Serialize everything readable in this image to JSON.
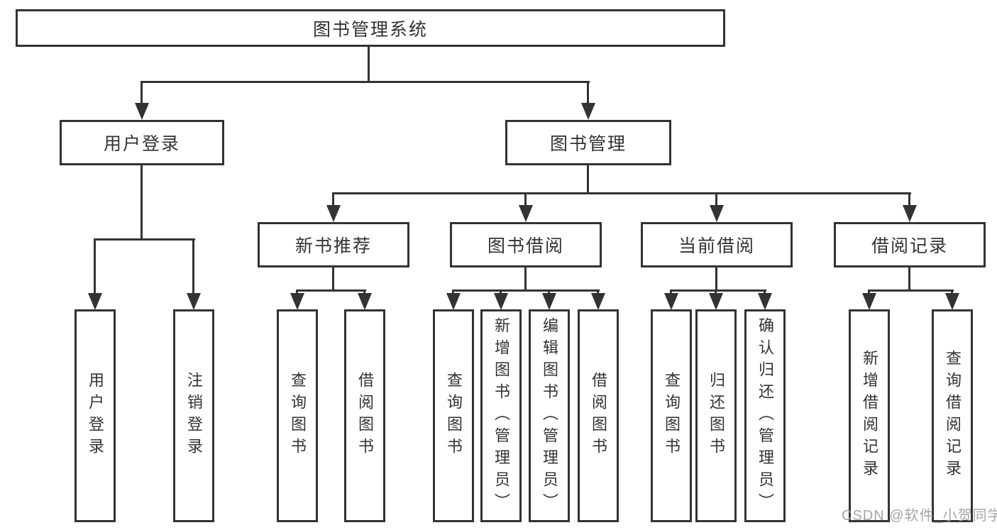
{
  "tree": {
    "label": "图书管理系统",
    "children": [
      {
        "label": "用户登录",
        "children": [
          {
            "label": "用户登录"
          },
          {
            "label": "注销登录"
          }
        ]
      },
      {
        "label": "图书管理",
        "children": [
          {
            "label": "新书推荐",
            "children": [
              {
                "label": "查询图书"
              },
              {
                "label": "借阅图书"
              }
            ]
          },
          {
            "label": "图书借阅",
            "children": [
              {
                "label": "查询图书"
              },
              {
                "label": "新增图书（管理员）"
              },
              {
                "label": "编辑图书（管理员）"
              },
              {
                "label": "借阅图书"
              }
            ]
          },
          {
            "label": "当前借阅",
            "children": [
              {
                "label": "查询图书"
              },
              {
                "label": "归还图书"
              },
              {
                "label": "确认归还（管理员）"
              }
            ]
          },
          {
            "label": "借阅记录",
            "children": [
              {
                "label": "新增借阅记录"
              },
              {
                "label": "查询借阅记录"
              }
            ]
          }
        ]
      }
    ]
  },
  "watermark": {
    "text": "CSDN @软件_小贺同学"
  },
  "colors": {
    "line": "#333333",
    "box_border": "#333333",
    "box_background": "#ffffff",
    "text": "#333333",
    "watermark": "#9e9e9e",
    "background": "#ffffff"
  }
}
